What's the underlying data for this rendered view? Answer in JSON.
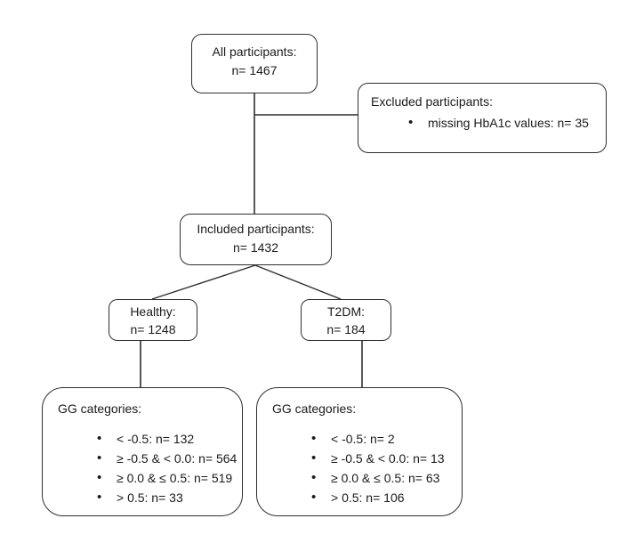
{
  "diagram": {
    "nodes": {
      "all_participants": {
        "title": "All participants:",
        "count": "n= 1467"
      },
      "excluded": {
        "title": "Excluded participants:",
        "items": [
          "missing HbA1c values: n= 35"
        ]
      },
      "included": {
        "title": "Included participants:",
        "count": "n= 1432"
      },
      "healthy": {
        "title": "Healthy:",
        "count": "n= 1248"
      },
      "t2dm": {
        "title": "T2DM:",
        "count": "n= 184"
      },
      "gg_healthy": {
        "title": "GG categories:",
        "items": [
          "< -0.5: n= 132",
          "≥ -0.5 & < 0.0: n= 564",
          "≥ 0.0 & ≤ 0.5: n= 519",
          "> 0.5: n= 33"
        ]
      },
      "gg_t2dm": {
        "title": "GG categories:",
        "items": [
          "< -0.5: n= 2",
          "≥ -0.5 & < 0.0: n= 13",
          "≥ 0.0 & ≤ 0.5: n= 63",
          "> 0.5: n= 106"
        ]
      }
    },
    "colors": {
      "border": "#2f2f2f",
      "line": "#2f2f2f",
      "text": "#1b1b1b",
      "background": "#ffffff"
    }
  }
}
